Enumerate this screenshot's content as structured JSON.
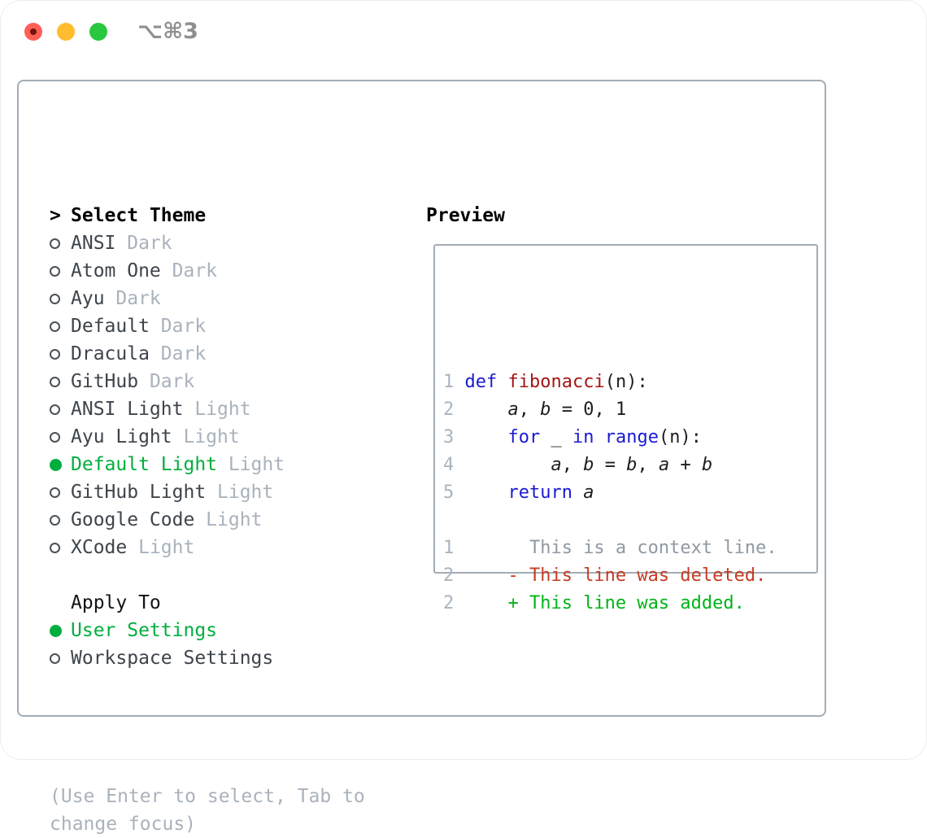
{
  "titlebar": {
    "shortcut": "⌥⌘3",
    "traffic_lights": [
      {
        "name": "close",
        "color": "#ff5e57",
        "has_unsaved_dot": true
      },
      {
        "name": "minimize",
        "color": "#febc2e"
      },
      {
        "name": "zoom",
        "color": "#28c840"
      }
    ]
  },
  "theme_select": {
    "header": {
      "marker": ">",
      "label": "Select Theme"
    },
    "items": [
      {
        "name": "ANSI",
        "variant": "Dark",
        "selected": false
      },
      {
        "name": "Atom One",
        "variant": "Dark",
        "selected": false
      },
      {
        "name": "Ayu",
        "variant": "Dark",
        "selected": false
      },
      {
        "name": "Default",
        "variant": "Dark",
        "selected": false
      },
      {
        "name": "Dracula",
        "variant": "Dark",
        "selected": false
      },
      {
        "name": "GitHub",
        "variant": "Dark",
        "selected": false
      },
      {
        "name": "ANSI Light",
        "variant": "Light",
        "selected": false
      },
      {
        "name": "Ayu Light",
        "variant": "Light",
        "selected": false
      },
      {
        "name": "Default Light",
        "variant": "Light",
        "selected": true
      },
      {
        "name": "GitHub Light",
        "variant": "Light",
        "selected": false
      },
      {
        "name": "Google Code",
        "variant": "Light",
        "selected": false
      },
      {
        "name": "XCode",
        "variant": "Light",
        "selected": false
      }
    ]
  },
  "apply_to": {
    "label": "Apply To",
    "options": [
      {
        "label": "User Settings",
        "selected": true
      },
      {
        "label": "Workspace Settings",
        "selected": false
      }
    ]
  },
  "hint_lines": [
    "(Use Enter to select, Tab to",
    "change focus)"
  ],
  "preview": {
    "label": "Preview",
    "code_lines": [
      [
        [
          "num",
          "1 "
        ],
        [
          "kw",
          "def "
        ],
        [
          "fn",
          "fibonacci"
        ],
        [
          "txt",
          "(n):"
        ]
      ],
      [
        [
          "num",
          "2"
        ],
        [
          "txt",
          "     "
        ],
        [
          "var",
          "a"
        ],
        [
          "txt",
          ", "
        ],
        [
          "var",
          "b"
        ],
        [
          "txt",
          " = 0, 1"
        ]
      ],
      [
        [
          "num",
          "3"
        ],
        [
          "txt",
          "     "
        ],
        [
          "kw",
          "for"
        ],
        [
          "txt",
          " _ "
        ],
        [
          "kw",
          "in"
        ],
        [
          "txt",
          " "
        ],
        [
          "kw",
          "range"
        ],
        [
          "txt",
          "(n):"
        ]
      ],
      [
        [
          "num",
          "4"
        ],
        [
          "txt",
          "         "
        ],
        [
          "var",
          "a"
        ],
        [
          "txt",
          ", "
        ],
        [
          "var",
          "b"
        ],
        [
          "txt",
          " = "
        ],
        [
          "var",
          "b"
        ],
        [
          "txt",
          ", "
        ],
        [
          "var",
          "a"
        ],
        [
          "txt",
          " + "
        ],
        [
          "var",
          "b"
        ]
      ],
      [
        [
          "num",
          "5"
        ],
        [
          "txt",
          "     "
        ],
        [
          "kw",
          "return"
        ],
        [
          "txt",
          " "
        ],
        [
          "var",
          "a"
        ]
      ],
      [],
      [
        [
          "num",
          "1"
        ],
        [
          "ctx",
          "       This is a context line."
        ]
      ],
      [
        [
          "num",
          "2"
        ],
        [
          "del",
          "     - This line was deleted."
        ]
      ],
      [
        [
          "num",
          "2"
        ],
        [
          "add",
          "     + This line was added."
        ]
      ]
    ]
  },
  "colors": {
    "accent_green": "#00ae3e",
    "added_green": "#00b418",
    "deleted_red": "#c53b22",
    "keyword_blue": "#1a1ad1",
    "function_red": "#a31515",
    "muted_gray": "#a9b2bc",
    "context_gray": "#8f99a3",
    "border_gray": "#a3adb6",
    "text_dark": "#3e444c"
  }
}
